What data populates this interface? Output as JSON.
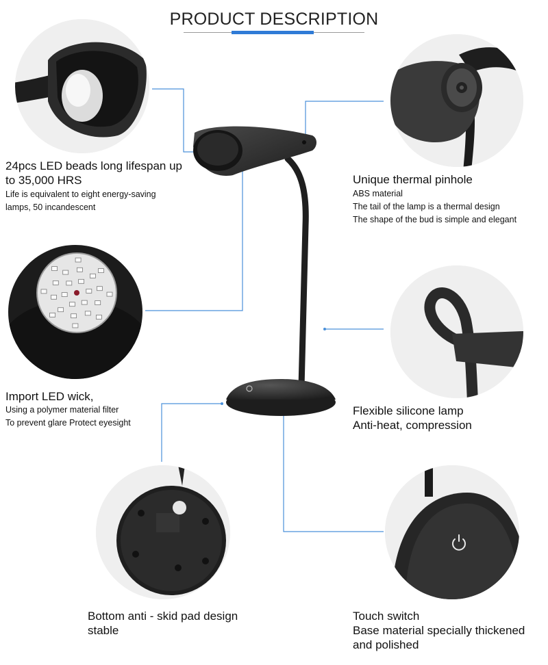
{
  "header": {
    "title": "PRODUCT DESCRIPTION",
    "accent_color": "#2f7bd6"
  },
  "features": {
    "led_beads": {
      "title_lines": [
        "24pcs LED beads long lifespan up",
        "to 35,000 HRS"
      ],
      "body_lines": [
        "Life is equivalent to eight energy-saving",
        "lamps, 50 incandescent"
      ]
    },
    "led_wick": {
      "title_lines": [
        "Import LED wick,"
      ],
      "body_lines": [
        "Using a polymer material filter",
        "To prevent glare Protect eyesight"
      ]
    },
    "thermal_pinhole": {
      "title_lines": [
        "Unique thermal pinhole"
      ],
      "body_lines": [
        "ABS material",
        "The tail of the lamp is a thermal design",
        "The shape of the bud is simple and elegant"
      ]
    },
    "silicone_neck": {
      "title_lines": [
        "Flexible silicone lamp",
        "Anti-heat, compression"
      ],
      "body_lines": []
    },
    "anti_skid": {
      "title_lines": [
        "Bottom anti - skid pad design",
        "stable"
      ],
      "body_lines": []
    },
    "touch_switch": {
      "title_lines": [
        "Touch switch",
        "Base material specially thickened",
        "and polished"
      ],
      "body_lines": []
    }
  },
  "icons": {
    "power": "power-icon"
  }
}
